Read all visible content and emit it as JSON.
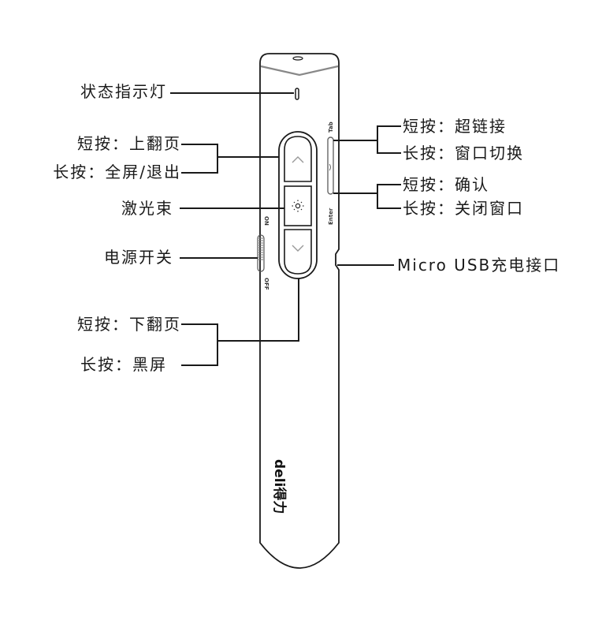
{
  "device": {
    "brand_logo": "deli得力",
    "tab_label": "Tab",
    "enter_label": "Enter",
    "switch_on_label": "ON",
    "switch_off_label": "OFF",
    "line_color": "#1a1a1a"
  },
  "labels_left": {
    "status_light": "状态指示灯",
    "up_short": "短按：上翻页",
    "up_long": "长按：全屏/退出",
    "laser": "激光束",
    "power": "电源开关",
    "down_short": "短按：下翻页",
    "down_long": "长按：黑屏"
  },
  "labels_right": {
    "tab_short": "短按：超链接",
    "tab_long": "长按：窗口切换",
    "enter_short": "短按：确认",
    "enter_long": "长按：关闭窗口",
    "usb": "Micro USB充电接口"
  }
}
